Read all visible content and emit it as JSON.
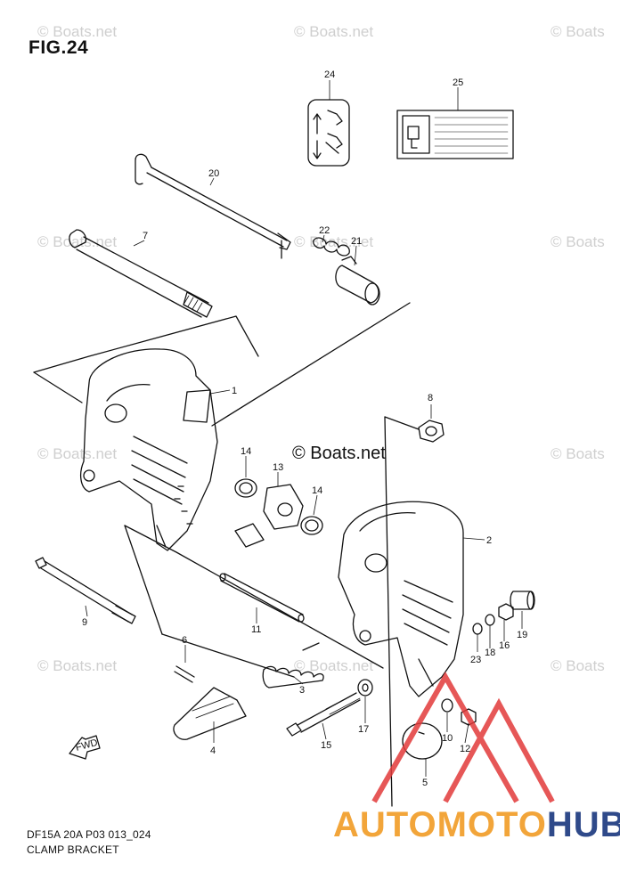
{
  "figure": {
    "title": "FIG.24",
    "code": "DF15A 20A P03 013_024",
    "name": "CLAMP BRACKET"
  },
  "watermark": {
    "text": "© Boats.net",
    "center_text": "© Boats.net",
    "corner_text": "© Boats"
  },
  "callouts": [
    "1",
    "2",
    "3",
    "4",
    "5",
    "6",
    "7",
    "8",
    "9",
    "10",
    "11",
    "12",
    "13",
    "14",
    "14",
    "15",
    "16",
    "17",
    "18",
    "19",
    "20",
    "21",
    "22",
    "23",
    "24",
    "25"
  ],
  "fwd_label": "FWD",
  "logo": {
    "part1": "AUTOMOTO",
    "part2": "HUB",
    "color1": "#f2a53a",
    "color2": "#2f4a8a",
    "triangle_color": "#e23a3a"
  }
}
